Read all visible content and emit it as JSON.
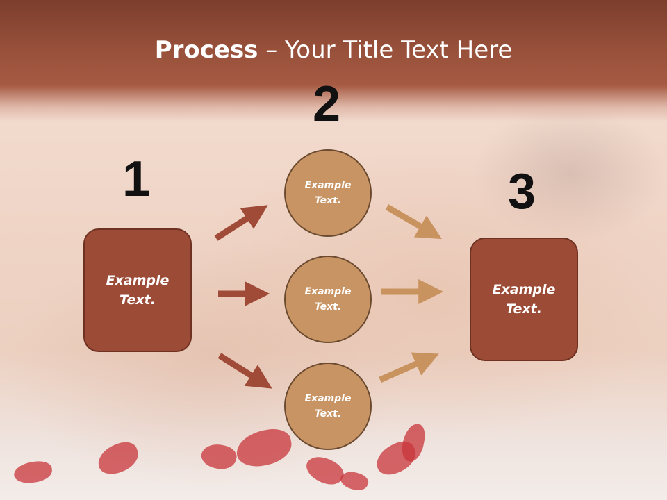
{
  "title": {
    "bold": "Process",
    "rest": " – Your Title Text Here"
  },
  "steps": [
    {
      "number": "1"
    },
    {
      "number": "2"
    },
    {
      "number": "3"
    }
  ],
  "boxes": {
    "left": {
      "line1": "Example",
      "line2": "Text."
    },
    "right": {
      "line1": "Example",
      "line2": "Text."
    }
  },
  "circles": [
    {
      "line1": "Example",
      "line2": "Text."
    },
    {
      "line1": "Example",
      "line2": "Text."
    },
    {
      "line1": "Example",
      "line2": "Text."
    }
  ],
  "colors": {
    "header": "#9a5039",
    "box_fill": "#9c4b37",
    "circle_fill": "#c99464",
    "arrow_left": "#a04a38",
    "arrow_right": "#c9935f"
  }
}
